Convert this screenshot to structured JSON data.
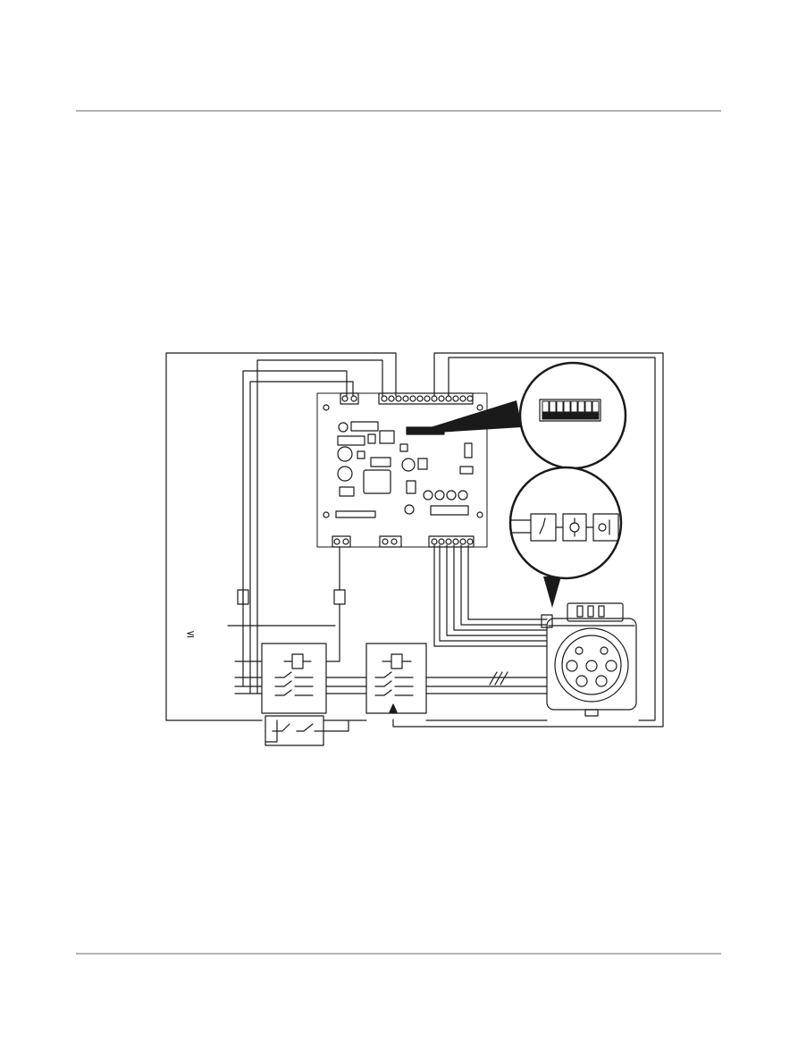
{
  "page": {
    "header_rule": true,
    "footer_rule": true
  },
  "diagram": {
    "type": "wiring-diagram",
    "mains_symbol": "≤",
    "phase_marking": "///",
    "components": [
      "enclosure",
      "controller-board",
      "dip-switch-detail",
      "connector-detail",
      "fuse-left",
      "fuse-right",
      "contactor-left",
      "contactor-right",
      "auxiliary-switch",
      "charging-socket"
    ],
    "colors": {
      "line": "#1a1a1a",
      "rule": "#b4b4b4",
      "background": "#ffffff"
    }
  }
}
